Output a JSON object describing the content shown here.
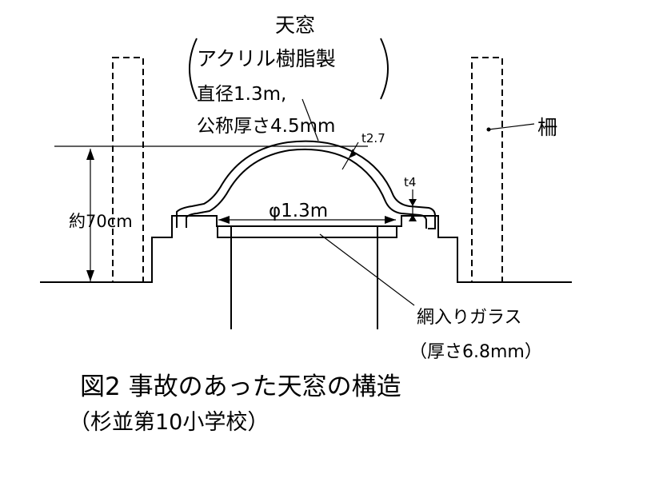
{
  "labels": {
    "skylight_title": "天窓",
    "skylight_material": "アクリル樹脂製",
    "skylight_diameter": "直径1.3m,",
    "skylight_thickness": "公称厚さ4.5mm",
    "dome_thickness": "t2.7",
    "edge_thickness": "t4",
    "fence": "柵",
    "height": "約70cm",
    "opening_diameter": "φ1.3m",
    "glass": "網入りガラス",
    "glass_thickness": "（厚さ6.8mm）"
  },
  "caption": {
    "title": "図2 事故のあった天窓の構造",
    "school": "（杉並第10小学校）"
  }
}
